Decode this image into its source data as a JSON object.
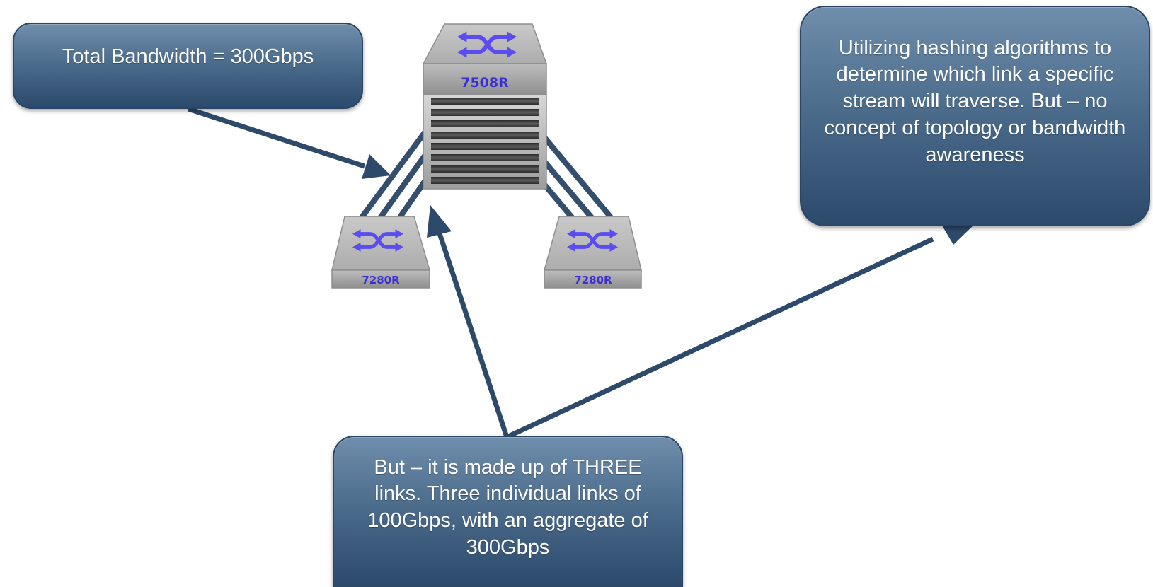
{
  "callouts": {
    "total_bandwidth": "Total Bandwidth = 300Gbps",
    "hashing": "Utilizing hashing algorithms to determine which link a specific stream will traverse. But – no concept of topology or bandwidth awareness",
    "three_links": "But – it is made up of THREE links. Three individual links of 100Gbps, with an aggregate of 300Gbps"
  },
  "devices": {
    "spine": {
      "label": "7508R",
      "icon": "switch-arrows-icon"
    },
    "leaf_left": {
      "label": "7280R",
      "icon": "switch-arrows-icon"
    },
    "leaf_right": {
      "label": "7280R",
      "icon": "switch-arrows-icon"
    }
  },
  "colors": {
    "callout_top": "#6f8eac",
    "callout_bottom": "#2c4a6c",
    "connector": "#2d4a6b",
    "link_line": "#344f6e",
    "device_label": "#3a2fd4",
    "switch_arrow": "#5a4cf0",
    "chassis": "#b3b3b3"
  }
}
